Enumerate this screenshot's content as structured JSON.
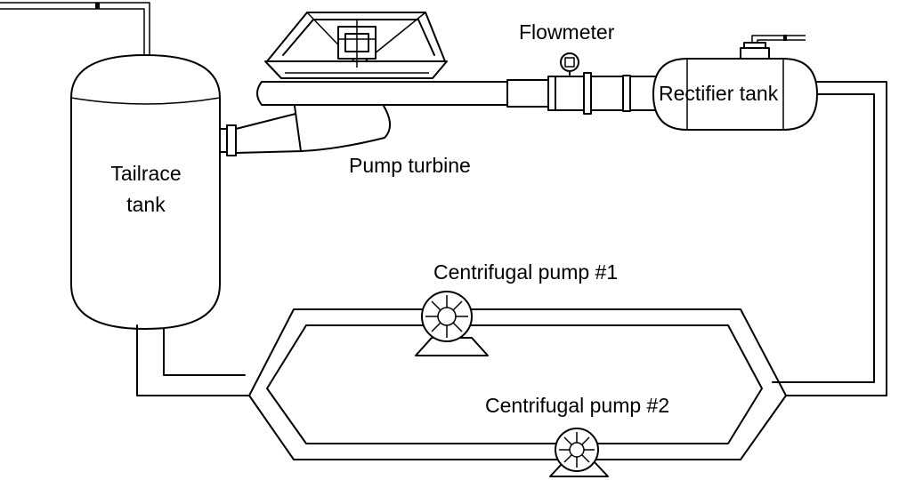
{
  "labels": {
    "tailrace_line1": "Tailrace",
    "tailrace_line2": "tank",
    "pump_turbine": "Pump turbine",
    "flowmeter": "Flowmeter",
    "rectifier_tank": "Rectifier tank",
    "centrifugal_pump_1": "Centrifugal pump #1",
    "centrifugal_pump_2": "Centrifugal pump #2"
  }
}
